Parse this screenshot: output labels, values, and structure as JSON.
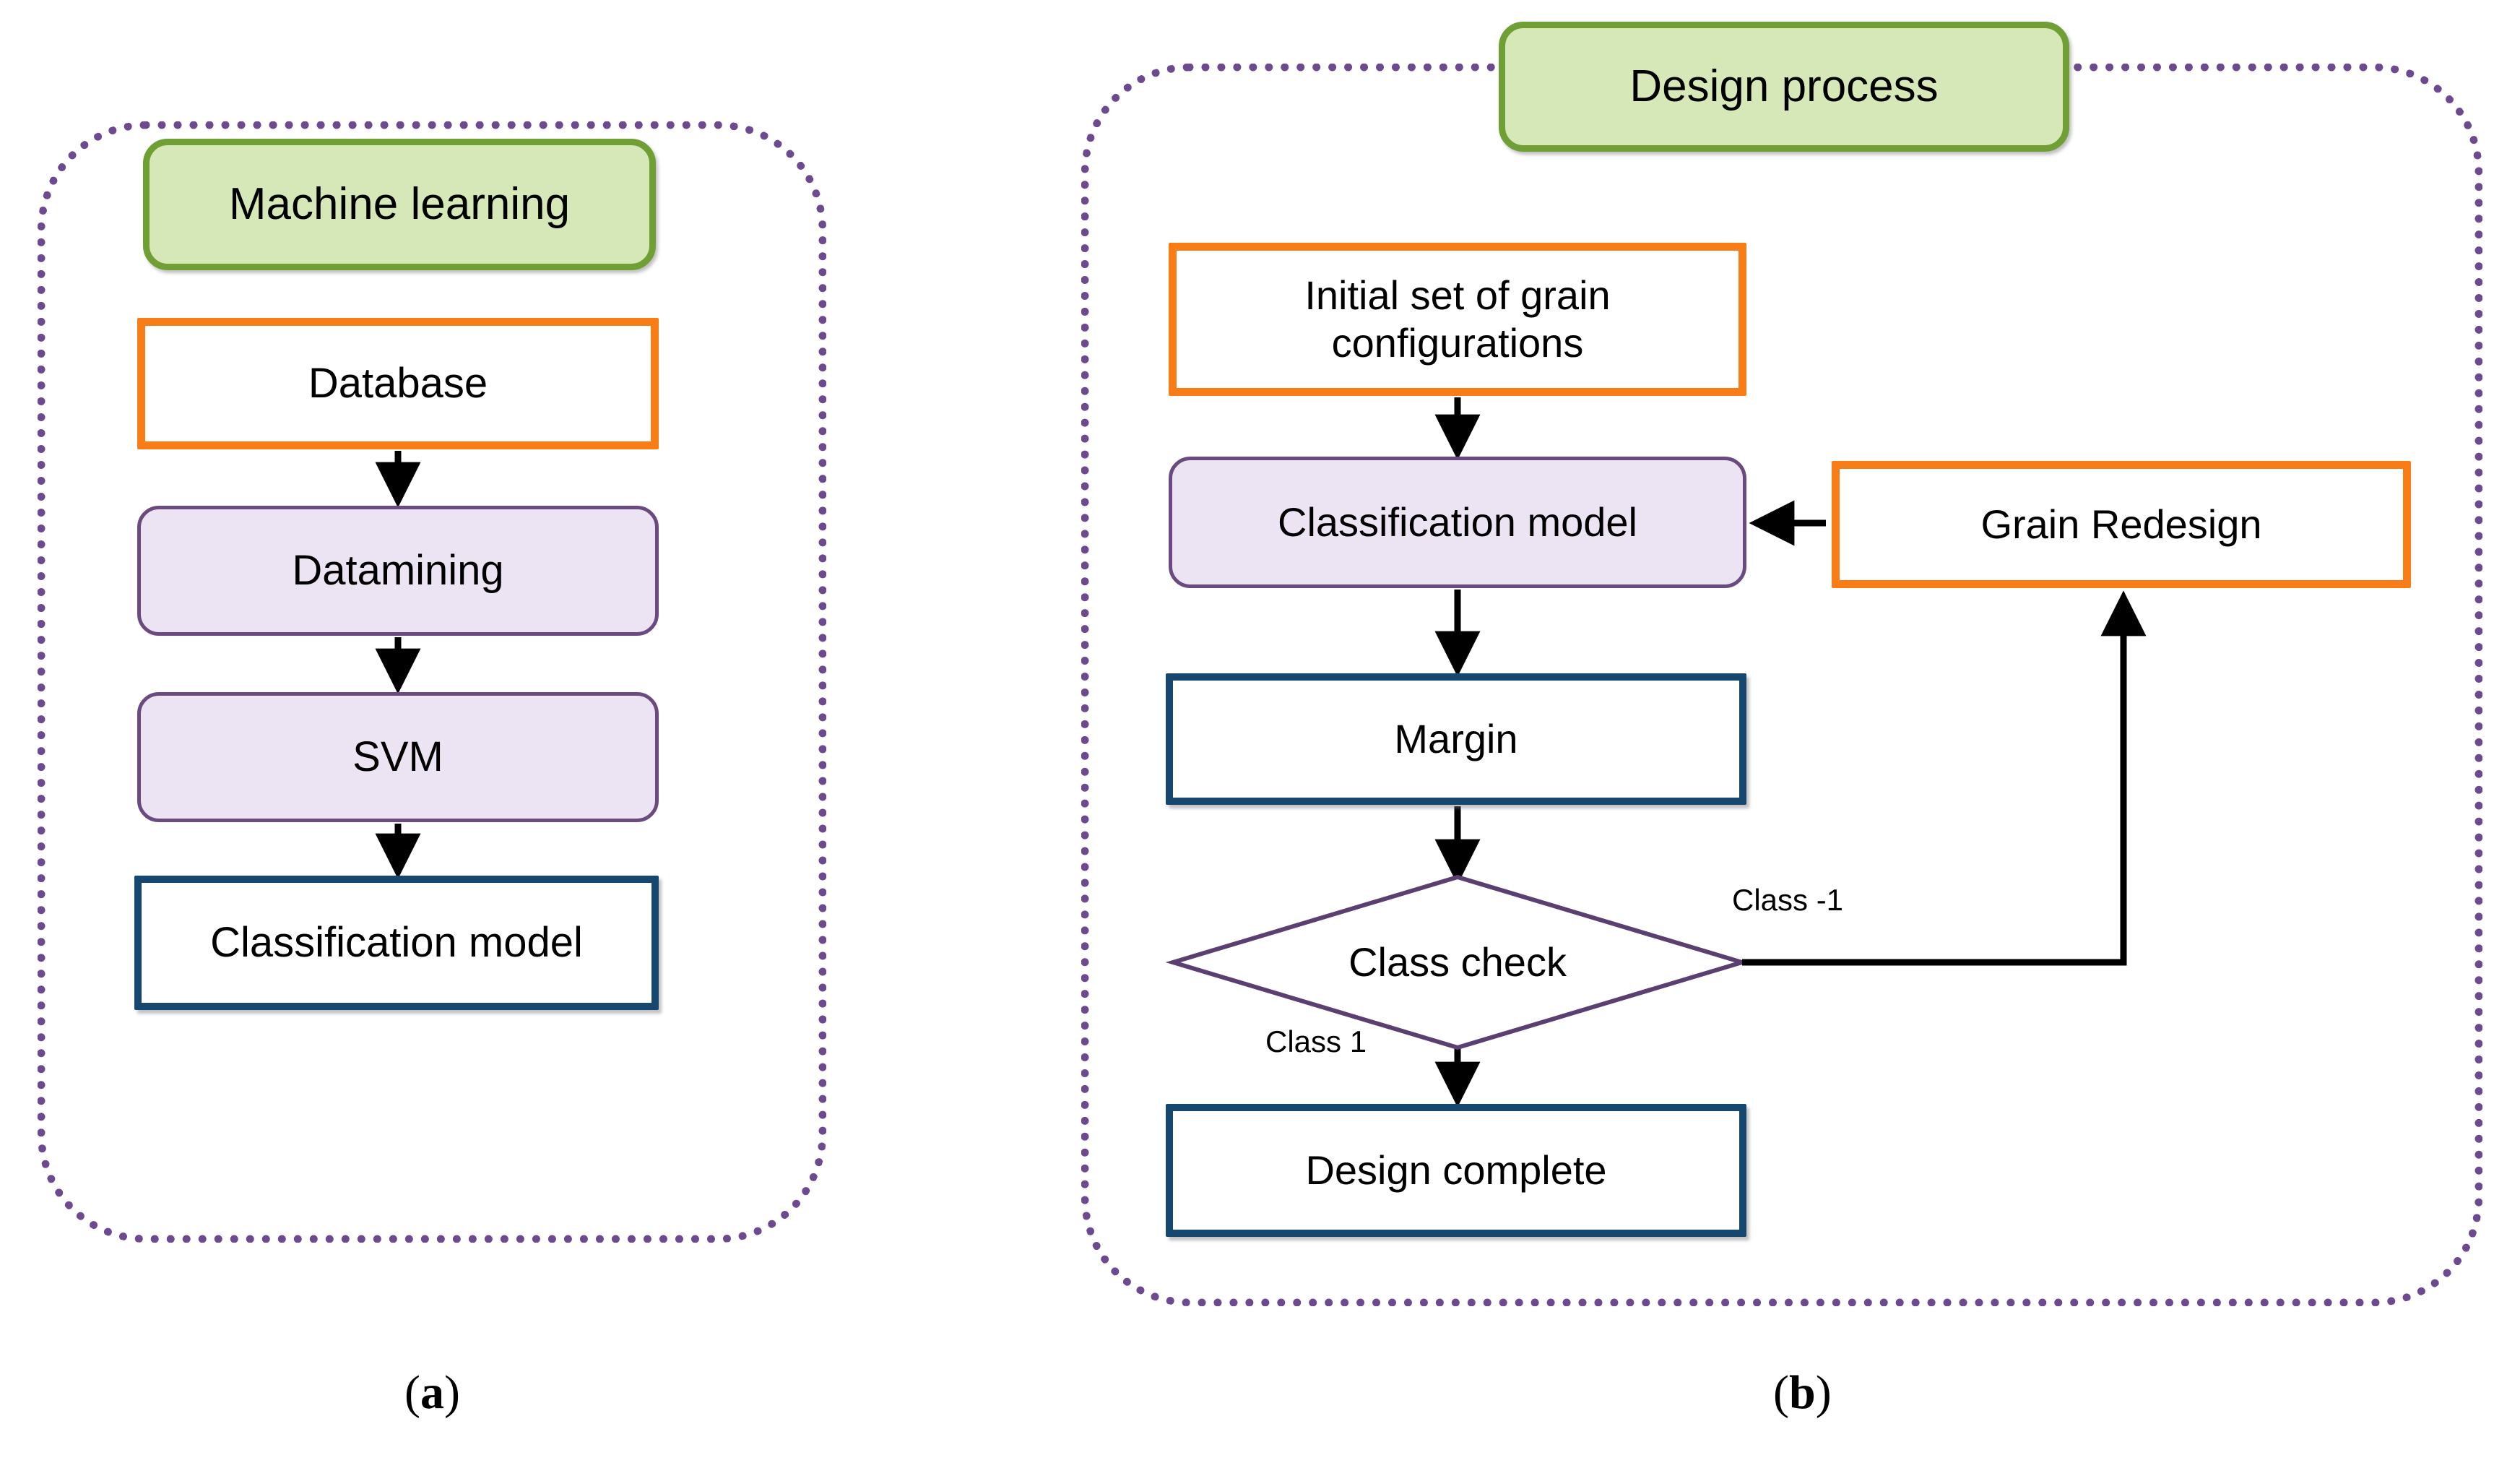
{
  "figure": {
    "panels": [
      {
        "id": "a",
        "caption": "a",
        "title": "Machine learning",
        "nodes": [
          {
            "id": "a-database",
            "label": "Database",
            "style": "orange"
          },
          {
            "id": "a-datamining",
            "label": "Datamining",
            "style": "purple"
          },
          {
            "id": "a-svm",
            "label": "SVM",
            "style": "purple"
          },
          {
            "id": "a-classmodel",
            "label": "Classification model",
            "style": "navy"
          }
        ],
        "edges": [
          {
            "from": "a-database",
            "to": "a-datamining",
            "label": ""
          },
          {
            "from": "a-datamining",
            "to": "a-svm",
            "label": ""
          },
          {
            "from": "a-svm",
            "to": "a-classmodel",
            "label": ""
          }
        ]
      },
      {
        "id": "b",
        "caption": "b",
        "title": "Design process",
        "nodes": [
          {
            "id": "b-initial",
            "label": "Initial set of grain configurations",
            "style": "orange"
          },
          {
            "id": "b-classmodel",
            "label": "Classification model",
            "style": "purple"
          },
          {
            "id": "b-margin",
            "label": "Margin",
            "style": "navy"
          },
          {
            "id": "b-classcheck",
            "label": "Class check",
            "style": "diamond"
          },
          {
            "id": "b-complete",
            "label": "Design complete",
            "style": "navy"
          },
          {
            "id": "b-redesign",
            "label": "Grain Redesign",
            "style": "orange"
          }
        ],
        "edges": [
          {
            "from": "b-initial",
            "to": "b-classmodel",
            "label": ""
          },
          {
            "from": "b-classmodel",
            "to": "b-margin",
            "label": ""
          },
          {
            "from": "b-margin",
            "to": "b-classcheck",
            "label": ""
          },
          {
            "from": "b-classcheck",
            "to": "b-complete",
            "label": "Class 1"
          },
          {
            "from": "b-classcheck",
            "to": "b-redesign",
            "label": "Class -1"
          },
          {
            "from": "b-redesign",
            "to": "b-classmodel",
            "label": ""
          }
        ]
      }
    ],
    "labels": {
      "class_neg1": "Class -1",
      "class_1": "Class 1"
    },
    "captions": {
      "a": "a",
      "b": "b"
    },
    "colors": {
      "green_fill": "#d6e8b8",
      "green_border": "#70a035",
      "orange_border": "#f97d16",
      "purple_fill": "#ece4f2",
      "purple_border": "#6b4a80",
      "navy_border": "#16476f",
      "dotted_border": "#6d4a8f",
      "arrow": "#000000",
      "background": "#ffffff"
    }
  }
}
